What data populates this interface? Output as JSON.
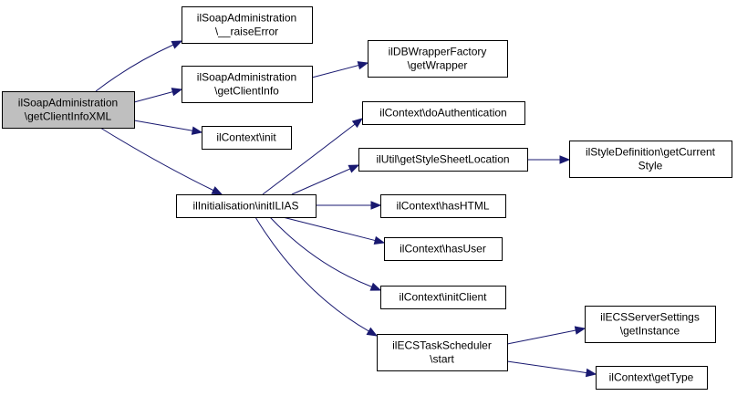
{
  "graph": {
    "type": "call-graph",
    "colors": {
      "edge": "#191970",
      "root_fill": "#bfbfbf",
      "node_fill": "#ffffff",
      "border": "#000000"
    },
    "nodes": [
      {
        "id": "root",
        "lines": [
          "ilSoapAdministration",
          "\\getClientInfoXML"
        ],
        "highlight": true
      },
      {
        "id": "raiseError",
        "lines": [
          "ilSoapAdministration",
          "\\__raiseError"
        ]
      },
      {
        "id": "getClientInfo",
        "lines": [
          "ilSoapAdministration",
          "\\getClientInfo"
        ]
      },
      {
        "id": "contextInit",
        "lines": [
          "ilContext\\init"
        ]
      },
      {
        "id": "initILIAS",
        "lines": [
          "ilInitialisation\\initILIAS"
        ]
      },
      {
        "id": "getWrapper",
        "lines": [
          "ilDBWrapperFactory",
          "\\getWrapper"
        ]
      },
      {
        "id": "doAuth",
        "lines": [
          "ilContext\\doAuthentication"
        ]
      },
      {
        "id": "getStyleSheet",
        "lines": [
          "ilUtil\\getStyleSheetLocation"
        ]
      },
      {
        "id": "hasHTML",
        "lines": [
          "ilContext\\hasHTML"
        ]
      },
      {
        "id": "hasUser",
        "lines": [
          "ilContext\\hasUser"
        ]
      },
      {
        "id": "initClient",
        "lines": [
          "ilContext\\initClient"
        ]
      },
      {
        "id": "ecsStart",
        "lines": [
          "ilECSTaskScheduler",
          "\\start"
        ]
      },
      {
        "id": "currentStyle",
        "lines": [
          "ilStyleDefinition\\getCurrent",
          "Style"
        ]
      },
      {
        "id": "ecsGetInstance",
        "lines": [
          "ilECSServerSettings",
          "\\getInstance"
        ]
      },
      {
        "id": "getType",
        "lines": [
          "ilContext\\getType"
        ]
      }
    ],
    "edges": [
      {
        "from": "root",
        "to": "raiseError"
      },
      {
        "from": "root",
        "to": "getClientInfo"
      },
      {
        "from": "root",
        "to": "contextInit"
      },
      {
        "from": "root",
        "to": "initILIAS"
      },
      {
        "from": "getClientInfo",
        "to": "getWrapper"
      },
      {
        "from": "initILIAS",
        "to": "doAuth"
      },
      {
        "from": "initILIAS",
        "to": "getStyleSheet"
      },
      {
        "from": "initILIAS",
        "to": "hasHTML"
      },
      {
        "from": "initILIAS",
        "to": "hasUser"
      },
      {
        "from": "initILIAS",
        "to": "initClient"
      },
      {
        "from": "initILIAS",
        "to": "ecsStart"
      },
      {
        "from": "getStyleSheet",
        "to": "currentStyle"
      },
      {
        "from": "ecsStart",
        "to": "ecsGetInstance"
      },
      {
        "from": "ecsStart",
        "to": "getType"
      }
    ]
  }
}
